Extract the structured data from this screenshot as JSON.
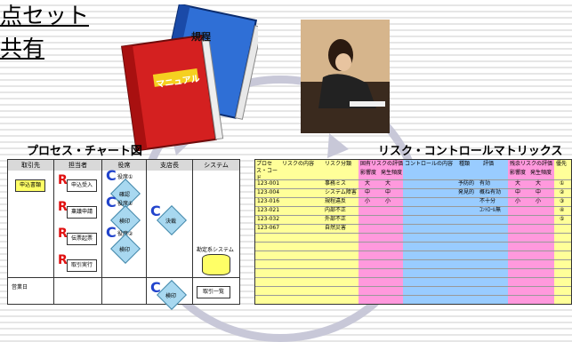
{
  "left_text": [
    "点セット",
    "共有"
  ],
  "binders": {
    "blue_title": "規程",
    "red_title": "マニュアル"
  },
  "process_chart": {
    "title": "プロセス・チャート図",
    "columns": [
      "取引先",
      "担当者",
      "役席",
      "支店長",
      "システム"
    ],
    "boxes": {
      "apply_doc": "申込書類",
      "apply_recv": "申込受入",
      "confirm": "確認",
      "approval_req": "稟議申請",
      "stamp1": "検印",
      "decision": "決裁",
      "ticket_issue": "伝票起票",
      "stamp2": "検印",
      "txn_exec": "取引実行",
      "stamp3": "検印",
      "txn_list": "取引一覧"
    },
    "role_labels": {
      "r1": "役席①",
      "r2": "役席①",
      "r3": "役席②"
    },
    "system_label": "勘定系システム",
    "footer_label": "営業日"
  },
  "risk_matrix": {
    "title": "リスク・コントロールマトリックス",
    "headers": [
      "プロセス・コード",
      "リスクの内容",
      "リスク分類",
      "固有リスクの評価",
      "コントロールの内容",
      "種類",
      "評価",
      "残余リスクの評価",
      "優先"
    ],
    "sub_headers": [
      "影響度",
      "発生頻度",
      "影響度",
      "発生頻度"
    ],
    "rows": [
      {
        "code": "123-001",
        "cls": "事務ミス",
        "inh1": "大",
        "inh2": "大",
        "kind": "予防的",
        "eval": "有効",
        "res1": "大",
        "res2": "大",
        "prio": "①"
      },
      {
        "code": "123-004",
        "cls": "システム障害",
        "inh1": "中",
        "inh2": "中",
        "kind": "発見的",
        "eval": "概ね有効",
        "res1": "中",
        "res2": "中",
        "prio": "②"
      },
      {
        "code": "123-016",
        "cls": "規程違反",
        "inh1": "小",
        "inh2": "小",
        "kind": "",
        "eval": "不十分",
        "res1": "小",
        "res2": "小",
        "prio": "③"
      },
      {
        "code": "123-021",
        "cls": "内部不正",
        "inh1": "",
        "inh2": "",
        "kind": "",
        "eval": "ｺﾝﾄﾛｰﾙ無",
        "res1": "",
        "res2": "",
        "prio": "④"
      },
      {
        "code": "123-032",
        "cls": "外部不正",
        "inh1": "",
        "inh2": "",
        "kind": "",
        "eval": "",
        "res1": "",
        "res2": "",
        "prio": "⑤"
      },
      {
        "code": "123-067",
        "cls": "自然災害",
        "inh1": "",
        "inh2": "",
        "kind": "",
        "eval": "",
        "res1": "",
        "res2": "",
        "prio": ""
      }
    ]
  },
  "colors": {
    "binder_blue": "#2f6fd6",
    "binder_red": "#d42020",
    "matrix_yellow": "#ffff99",
    "matrix_pink": "#ff99dd",
    "matrix_blue": "#99ccff"
  }
}
